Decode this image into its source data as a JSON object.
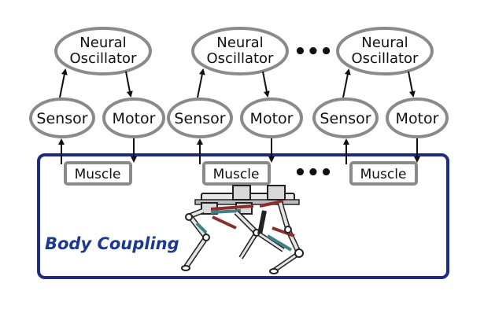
{
  "diagram": {
    "units": [
      {
        "oscillator": [
          "Neural",
          "Oscillator"
        ],
        "sensor": "Sensor",
        "motor": "Motor",
        "muscle": "Muscle"
      },
      {
        "oscillator": [
          "Neural",
          "Oscillator"
        ],
        "sensor": "Sensor",
        "motor": "Motor",
        "muscle": "Muscle"
      },
      {
        "oscillator": [
          "Neural",
          "Oscillator"
        ],
        "sensor": "Sensor",
        "motor": "Motor",
        "muscle": "Muscle"
      }
    ],
    "ellipsis_top": "•••",
    "ellipsis_muscle": "•••",
    "body_label": "Body Coupling"
  },
  "colors": {
    "ellipse_stroke": "#8a8a8a",
    "body_frame": "#1f2a80",
    "body_label": "#1b3a8e",
    "arrow": "#111111",
    "robot_red": "#8b2e2e",
    "robot_teal": "#3f7f86"
  }
}
